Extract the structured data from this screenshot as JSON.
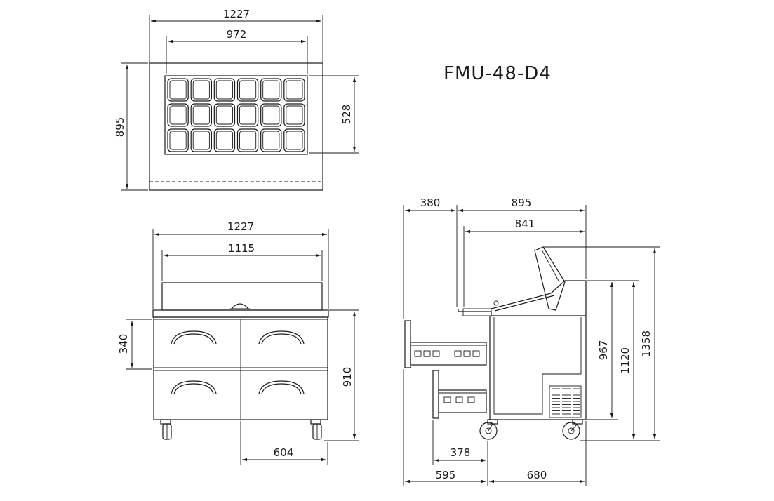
{
  "model": "FMU-48-D4",
  "top_view": {
    "width": "1227",
    "pan_width": "972",
    "depth": "895",
    "pan_depth": "528",
    "pan_rows": 3,
    "pan_cols": 6
  },
  "front_view": {
    "width": "1227",
    "inner_width": "1115",
    "drawer_height": "340",
    "counter_height": "910",
    "drawer_width": "604"
  },
  "side_view": {
    "drawer_extension": "380",
    "depth": "895",
    "inner_depth": "841",
    "height_967": "967",
    "height_1120": "1120",
    "height_1358": "1358",
    "drawer_depth": "378",
    "drawer_pull": "595",
    "body_depth": "680"
  }
}
